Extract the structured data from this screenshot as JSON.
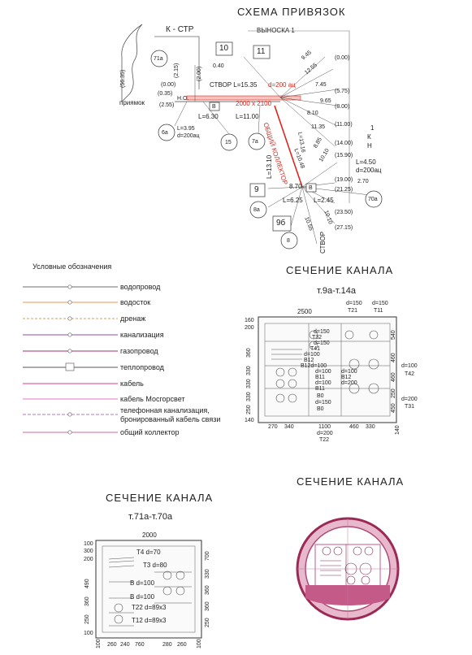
{
  "scheme": {
    "title": "СХЕМА ПРИВЯЗОК",
    "k_str": "К - СТР",
    "vynoska": "ВЫНОСКА 1",
    "priyamok": "приямок",
    "stvor_top": "СТВОР L=15.35",
    "d200_top": "d=200 ац",
    "section_dim": "2000 x 2100",
    "collector": "ОБЩИЙ КОЛЛЕКТОР",
    "stvor_bottom": "СТВОР",
    "b_label": "В",
    "ho_label": "Н.О.",
    "k_h": "К",
    "h_letter": "Н",
    "one": "1",
    "l_values": {
      "l630": "L=6.30",
      "l1100": "L=11.00",
      "l395": "L=3.95",
      "d200ac_left": "d=200ац",
      "l1310": "L=13.10",
      "l1316": "L=13.16",
      "l1048": "L=10.48",
      "l625": "L=6.25",
      "l245": "L=2.45",
      "l450": "L=4.50",
      "d200ac_right": "d=200ац",
      "l870": "8.70"
    },
    "circles": [
      "71а",
      "6а",
      "15",
      "7а",
      "8а",
      "8",
      "70а"
    ],
    "squares": [
      "10",
      "11",
      "9",
      "9б"
    ],
    "elevations": [
      "(0.00)",
      "(0.35)",
      "(2.55)",
      "(2.15)",
      "(2.00)",
      "(0.00)",
      "(5.75)",
      "(8.00)",
      "(11.00)",
      "(14.00)",
      "(15.90)",
      "(19.00)",
      "(21.25)",
      "(23.50)",
      "(27.15)"
    ],
    "dims": [
      "0.40",
      "9.45",
      "12.55",
      "7.45",
      "9.65",
      "8.10",
      "11.35",
      "8.85",
      "10.10",
      "2.70",
      "10.10",
      "10.55",
      "(56.35)"
    ]
  },
  "legend": {
    "title": "Условные обозначения",
    "items": [
      {
        "label": "водопровод",
        "color": "#6f6f6f"
      },
      {
        "label": "водосток",
        "color": "#e89450"
      },
      {
        "label": "дренаж",
        "color": "#d2a060"
      },
      {
        "label": "канализация",
        "color": "#8a4fb0"
      },
      {
        "label": "газопровод",
        "color": "#a0306e"
      },
      {
        "label": "теплопровод",
        "color": "#555555"
      },
      {
        "label": "кабель",
        "color": "#e23a8a"
      },
      {
        "label": "кабель Мосгорсвет",
        "color": "#e07ac8"
      },
      {
        "label": "телефонная канализация,",
        "color": "#b07ac0"
      },
      {
        "label": "бронированный кабель связи",
        "color": "#b07ac0"
      },
      {
        "label": "общий коллектор",
        "color": "#cc6a9a"
      }
    ]
  },
  "section1": {
    "title": "СЕЧЕНИЕ  КАНАЛА",
    "subtitle": "т.9а-т.14а",
    "width": "2500",
    "labels_top": [
      "d=150",
      "d=150",
      "T21",
      "T11"
    ],
    "inner": [
      "d=150",
      "T32",
      "d=150",
      "T41",
      "d=100",
      "B12",
      "B12d=100",
      "d=100",
      "B11",
      "d=100",
      "B11",
      "B0",
      "d=150",
      "B0"
    ],
    "inner_right": [
      "d=100",
      "B12",
      "d=200"
    ],
    "right_side": [
      "d=100",
      "T42",
      "d=200",
      "T31"
    ],
    "left_dims": [
      "160",
      "200",
      "360",
      "330",
      "330",
      "330",
      "250",
      "140"
    ],
    "right_dims": [
      "540",
      "460",
      "460",
      "250",
      "450"
    ],
    "bottom_dims": [
      "270",
      "340",
      "1100",
      "460",
      "330",
      "140"
    ],
    "bottom_labels": [
      "d=200",
      "T22"
    ]
  },
  "section2": {
    "title": "СЕЧЕНИЕ  КАНАЛА",
    "subtitle": "т.71а-т.70а",
    "width": "2000",
    "rows": [
      "T4 d=70",
      "T3 d=80",
      "B  d=100",
      "B  d=100",
      "T22 d=89x3",
      "T12 d=89x3"
    ],
    "left_dims": [
      "100",
      "300",
      "200",
      "490",
      "360",
      "250",
      "100"
    ],
    "right_dims": [
      "700",
      "330",
      "360",
      "360",
      "250"
    ],
    "bottom_dims": [
      "100",
      "260",
      "240",
      "760",
      "280",
      "260",
      "100"
    ]
  },
  "section3": {
    "title": "СЕЧЕНИЕ  КАНАЛА"
  }
}
